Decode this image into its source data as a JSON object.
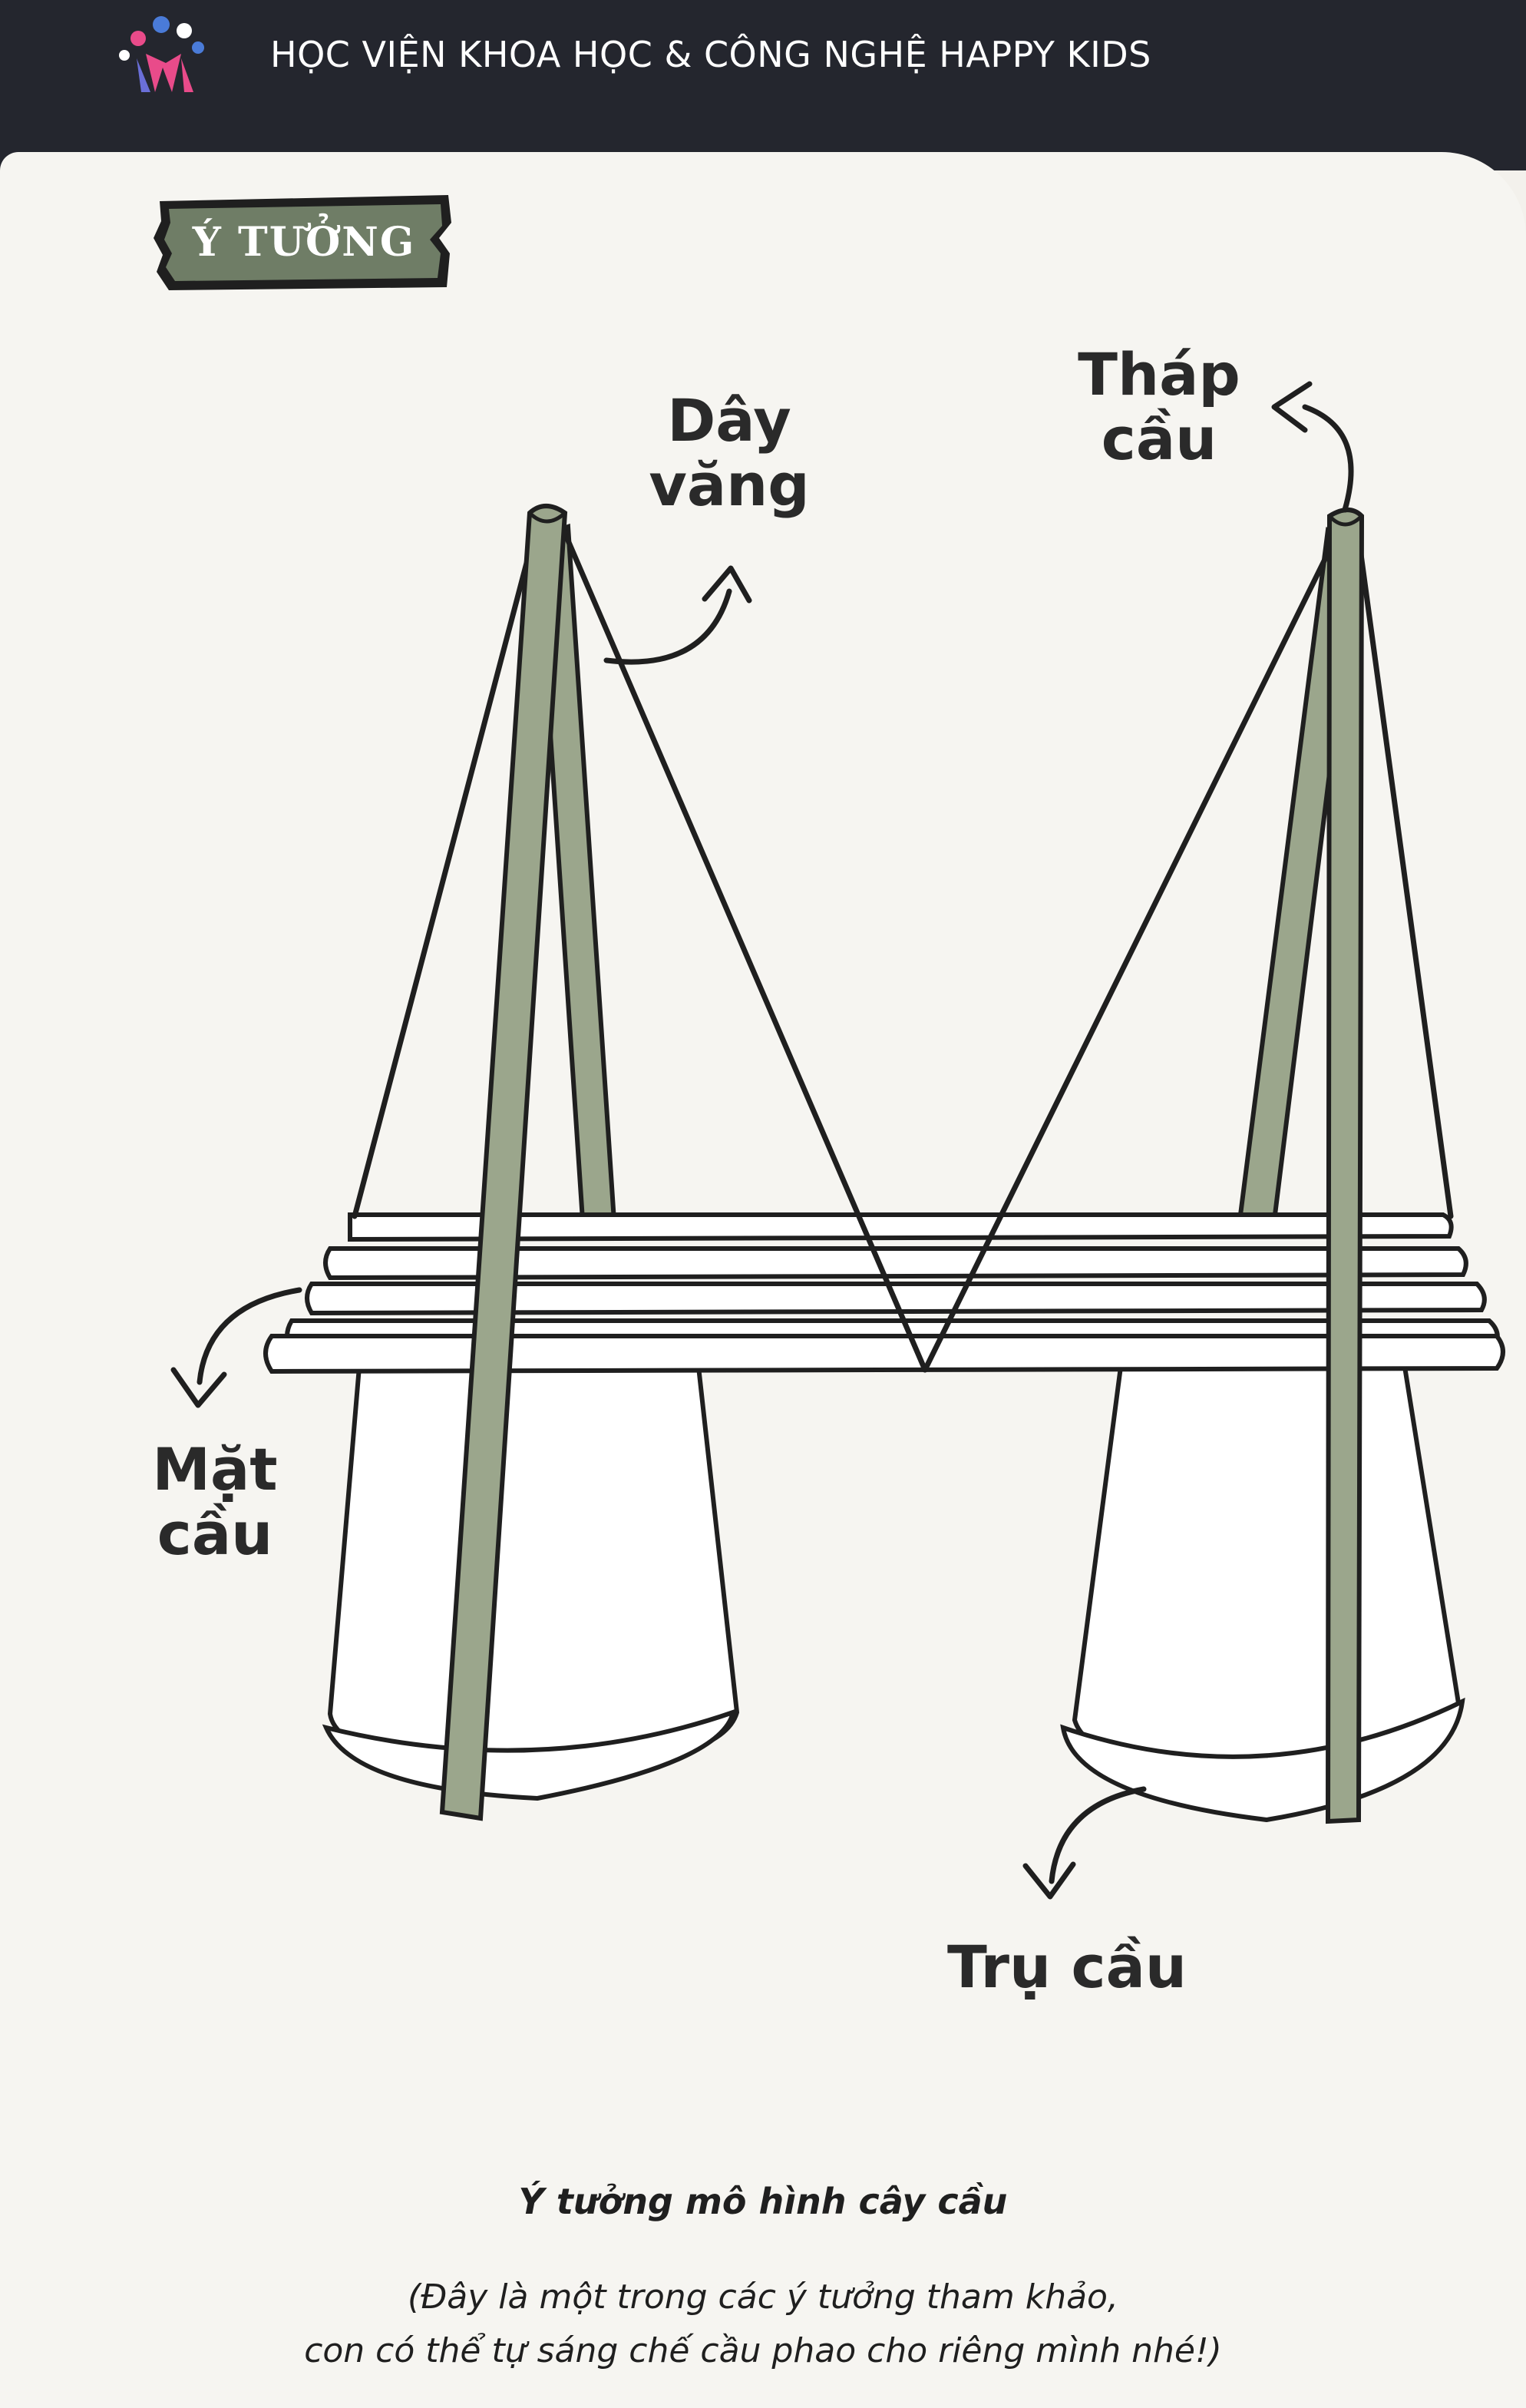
{
  "header": {
    "title": "HỌC VIỆN KHOA HỌC & CÔNG NGHỆ HAPPY KIDS"
  },
  "section_tag": {
    "label": "Ý TƯỞNG"
  },
  "labels": {
    "cable": [
      "Dây",
      "văng"
    ],
    "tower": [
      "Tháp",
      "cầu"
    ],
    "deck": "Mặt cầu",
    "pier": "Trụ cầu"
  },
  "caption": {
    "title": "Ý tưởng mô hình cây cầu",
    "note_line1": "(Đây là một trong các ý tưởng tham khảo,",
    "note_line2": "con có thể tự sáng chế cầu phao cho riêng mình nhé!)"
  },
  "colors": {
    "header_bg": "#24262e",
    "tag_green": "#6f7d66",
    "stick_green": "#9ba68c",
    "outline": "#1f1f1f",
    "page_bg": "#f6f5f1"
  }
}
